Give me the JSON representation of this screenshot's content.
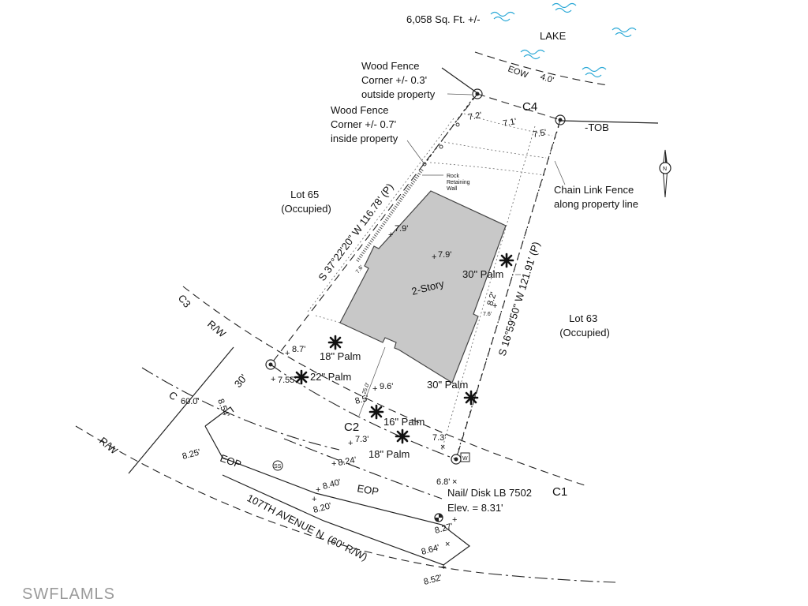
{
  "area_label": "6,058 Sq. Ft. +/-",
  "lake_label": "LAKE",
  "eow_label": "EOW",
  "eow_offset": "4.0'",
  "wood_fence_outside": [
    "Wood Fence",
    "Corner +/- 0.3'",
    "outside property"
  ],
  "wood_fence_inside": [
    "Wood Fence",
    "Corner +/- 0.7'",
    "inside property"
  ],
  "tob_label": "-TOB",
  "c4_label": "C4",
  "c4_dims": [
    "7.2'",
    "7.1'",
    "7.5'"
  ],
  "rock_wall": [
    "Rock",
    "Retaining",
    "Wall"
  ],
  "chain_link": [
    "Chain Link Fence",
    "along property line"
  ],
  "lot_65": [
    "Lot 65",
    "(Occupied)"
  ],
  "lot_63": [
    "Lot 63",
    "(Occupied)"
  ],
  "bearing_west": "S 37°22'20\" W 116.78' (P)",
  "bearing_east": "S 16°59'50\" W 121.91' (P)",
  "house_label": "2-Story",
  "house_elev": "7.9'",
  "elev_nw": "7.9'",
  "elev_east": "8.2'",
  "elev_sw": "8.7'",
  "elev_front_1": "8.5'",
  "elev_front_2": "9.6'",
  "setback_side": "7.6'",
  "setback_rear": "7.6'",
  "setback_front": "25.0'",
  "palms": [
    "30\" Palm",
    "18\" Palm",
    "22\" Palm",
    "30\" Palm",
    "16\" Palm",
    "18\" Palm"
  ],
  "c3_label": "C3",
  "rw_label": "R/W",
  "dim_30": "30'",
  "dim_755": "7.55'",
  "dim_600": "60.0'",
  "dim_854": "8.54'",
  "dim_825": "8.25'",
  "eop_label": "EOP",
  "ss_label": "SS",
  "c2_label": "C2",
  "elev_c2": "7.3'",
  "elev_824": "8.24'",
  "elev_840": "8.40'",
  "elev_820": "8.20'",
  "elev_73b": "7.3'",
  "w_label": "W",
  "elev_68": "6.8'",
  "nail_label": [
    "Nail/ Disk LB 7502",
    "Elev. = 8.31'"
  ],
  "c1_label": "C1",
  "elev_827": "8.27'",
  "elev_864": "8.64'",
  "elev_852": "8.52'",
  "street_name": "107TH AVENUE N. (60' R/W)",
  "north_label": "N",
  "watermark": "SWFLAMLS"
}
